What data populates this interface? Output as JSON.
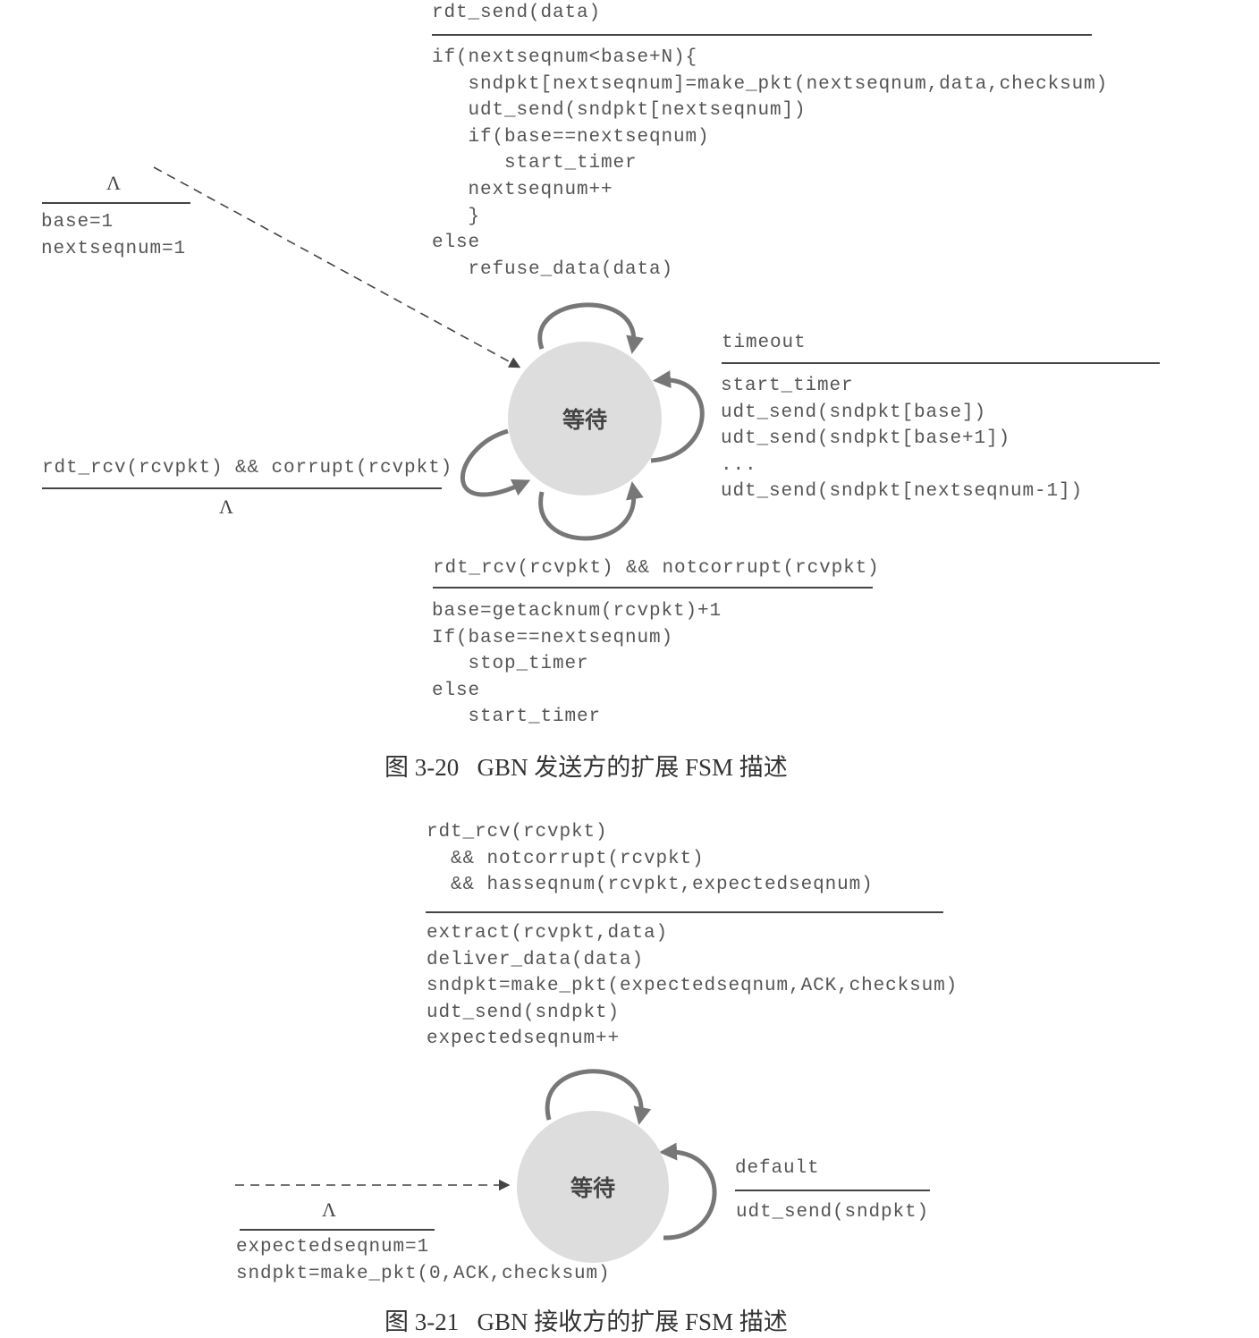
{
  "figure1": {
    "state_label": "等待",
    "send_event": "rdt_send(data)",
    "send_actions": [
      "if(nextseqnum<base+N){",
      "   sndpkt[nextseqnum]=make_pkt(nextseqnum,data,checksum)",
      "   udt_send(sndpkt[nextseqnum])",
      "   if(base==nextseqnum)",
      "      start_timer",
      "   nextseqnum++",
      "   }",
      "else",
      "   refuse_data(data)"
    ],
    "init_event": "Λ",
    "init_actions": [
      "base=1",
      "nextseqnum=1"
    ],
    "timeout_event": "timeout",
    "timeout_actions": [
      "start_timer",
      "udt_send(sndpkt[base])",
      "udt_send(sndpkt[base+1])",
      "...",
      "udt_send(sndpkt[nextseqnum-1])"
    ],
    "corrupt_event": "rdt_rcv(rcvpkt) && corrupt(rcvpkt)",
    "corrupt_action": "Λ",
    "ack_event": "rdt_rcv(rcvpkt) && notcorrupt(rcvpkt)",
    "ack_actions": [
      "base=getacknum(rcvpkt)+1",
      "If(base==nextseqnum)",
      "   stop_timer",
      "else",
      "   start_timer"
    ],
    "caption": "图 3-20   GBN 发送方的扩展 FSM 描述"
  },
  "figure2": {
    "state_label": "等待",
    "rcv_event": [
      "rdt_rcv(rcvpkt)",
      "  && notcorrupt(rcvpkt)",
      "  && hasseqnum(rcvpkt,expectedseqnum)"
    ],
    "rcv_actions": [
      "extract(rcvpkt,data)",
      "deliver_data(data)",
      "sndpkt=make_pkt(expectedseqnum,ACK,checksum)",
      "udt_send(sndpkt)",
      "expectedseqnum++"
    ],
    "init_event": "Λ",
    "init_actions": [
      "expectedseqnum=1",
      "sndpkt=make_pkt(0,ACK,checksum)"
    ],
    "default_event": "default",
    "default_actions": [
      "udt_send(sndpkt)"
    ],
    "caption": "图 3-21   GBN 接收方的扩展 FSM 描述"
  },
  "colors": {
    "state_fill": "#dddddd",
    "arrow": "#777777",
    "text": "#555555"
  }
}
